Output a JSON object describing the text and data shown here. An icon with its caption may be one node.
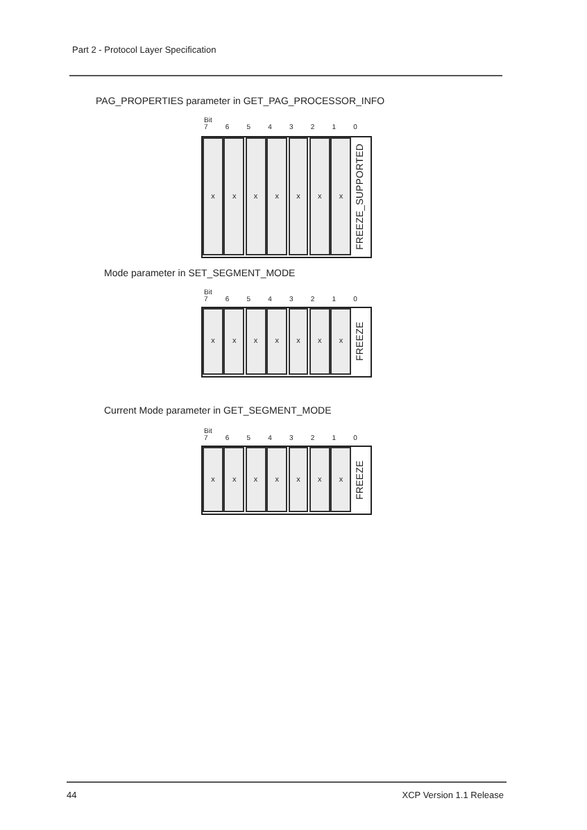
{
  "diagram": {
    "labels": [
      "Part 2 - Protocol Layer Specification",
      "PAG_PROPERTIES parameter in GET_PAG_PROCESSOR_INFO",
      "Bit",
      "7",
      "6",
      "5",
      "4",
      "3",
      "2",
      "1",
      "0",
      "x",
      "x",
      "x",
      "x",
      "x",
      "x",
      "x",
      "FREEZE_SUPPORTED",
      "Mode parameter in SET_SEGMENT_MODE",
      "Bit",
      "7",
      "6",
      "5",
      "4",
      "3",
      "2",
      "1",
      "0",
      "x",
      "x",
      "x",
      "x",
      "x",
      "x",
      "x",
      "FREEZE",
      "Current Mode parameter in GET_SEGMENT_MODE",
      "Bit",
      "7",
      "6",
      "5",
      "4",
      "3",
      "2",
      "1",
      "0",
      "x",
      "x",
      "x",
      "x",
      "x",
      "x",
      "x",
      "FREEZE",
      "44",
      "XCP Version 1.1 Release"
    ]
  }
}
